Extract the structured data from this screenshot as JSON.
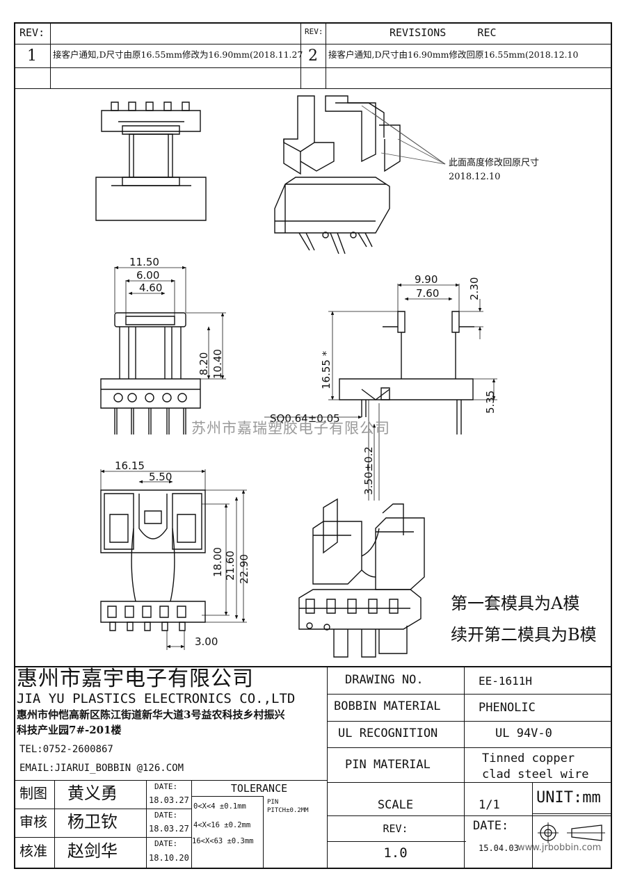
{
  "revisions": {
    "rev_label_left": "REV:",
    "rev_label_right": "REV:",
    "header_right": "REVISIONS     REC",
    "rev1_num": "1",
    "rev1_text": "接客户通知,D尺寸由原16.55mm修改为16.90mm(2018.11.27",
    "rev2_num": "2",
    "rev2_text": "接客户通知,D尺寸由16.90mm修改回原16.55mm(2018.12.10"
  },
  "notes": {
    "height_note_line1": "此面高度修改回原尺寸",
    "height_note_line2": "2018.12.10",
    "mold_note_line1": "第一套模具为A模",
    "mold_note_line2": "续开第二模具为B模"
  },
  "dimensions": {
    "I": "11.50",
    "G": "6.00",
    "P": "4.60",
    "Q": "8.20",
    "H": "10.40",
    "F": "9.90",
    "E": "7.60",
    "top_right": "2.30",
    "D": "16.55 *",
    "J": "5.35",
    "C": "SQ0.64±0.05",
    "T": "3.50±0.2",
    "K": "16.15",
    "B": "5.50",
    "A": "18.00",
    "M": "21.60",
    "N": "22.90",
    "R": "3.00"
  },
  "watermark": "苏州市嘉瑞塑胶电子有限公司",
  "company": {
    "name_cn": "惠州市嘉宇电子有限公司",
    "name_en": "JIA YU PLASTICS ELECTRONICS CO.,LTD",
    "address1": "惠州市仲恺高新区陈江街道新华大道3号益农科技乡村振兴",
    "address2": "科技产业园7#-201楼",
    "tel": "TEL:0752-2600867",
    "email": "EMAIL:JIARUI_BOBBIN @126.COM"
  },
  "title_block": {
    "drawing_no_label": "DRAWING  NO.",
    "drawing_no": "EE-1611H",
    "bobbin_material_label": "BOBBIN  MATERIAL",
    "bobbin_material": "PHENOLIC",
    "ul_label": "UL RECOGNITION",
    "ul_value": "UL 94V-0",
    "pin_material_label": "PIN MATERIAL",
    "pin_material_line1": "Tinned copper",
    "pin_material_line2": "clad steel wire",
    "scale_label": "SCALE",
    "scale_value": "1/1",
    "unit": "UNIT:mm",
    "rev_label": "REV:",
    "rev_value": "1.0",
    "date_label": "DATE:",
    "date_value": "15.04.03",
    "site": "www.jrbobbin.com"
  },
  "signoff": [
    {
      "role": "制图",
      "name": "黄义勇",
      "date_label": "DATE:",
      "date": "18.03.27"
    },
    {
      "role": "审核",
      "name": "杨卫钦",
      "date_label": "DATE:",
      "date": "18.03.27"
    },
    {
      "role": "核准",
      "name": "赵剑华",
      "date_label": "DATE:",
      "date": "18.10.20"
    }
  ],
  "tolerance": {
    "title": "TOLERANCE",
    "row1": "0<X<4  ±0.1mm",
    "row2": "4<X<16 ±0.2mm",
    "row3": "16<X<63 ±0.3mm",
    "pin_line1": "PIN",
    "pin_line2": "PITCH±0.2MM"
  }
}
